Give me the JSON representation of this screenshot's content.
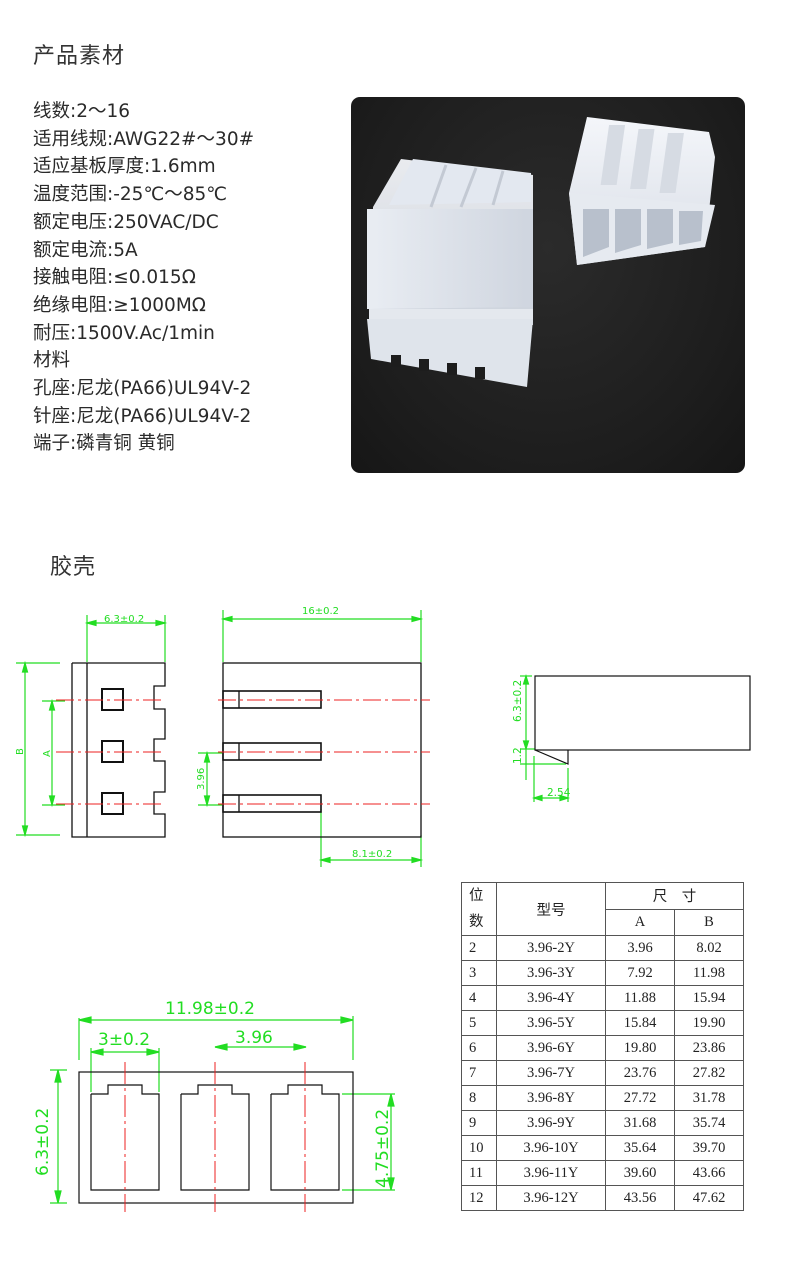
{
  "section_material": {
    "title": "产品素材",
    "specs": [
      "线数:2～16",
      "适用线规:AWG22#～30#",
      "适应基板厚度:1.6mm",
      "温度范围:-25℃～85℃",
      "额定电压:250VAC/DC",
      "额定电流:5A",
      "接触电阻:≤0.015Ω",
      "绝缘电阻:≥1000MΩ",
      "耐压:1500V.Ac/1min",
      "材料",
      "孔座:尼龙(PA66)UL94V-2",
      "针座:尼龙(PA66)UL94V-2",
      "端子:磷青铜 黄铜"
    ],
    "photo": {
      "description": "two translucent white 4-pin connector housings on dark background",
      "background": "#1e1e1e"
    }
  },
  "section_housing": {
    "title": "胶壳",
    "drawing_colors": {
      "dimension": "#22dd22",
      "centerline": "#ee2222",
      "outline": "#111111"
    },
    "front_view": {
      "width_label": "6.3±0.2",
      "height_label_outer": "B",
      "height_label_inner": "A"
    },
    "side_view": {
      "width_label": "16±0.2",
      "pitch_label": "3.96",
      "slot_label": "8.1±0.2"
    },
    "profile_view": {
      "height_label": "6.3±0.2",
      "tab_label": "1.2",
      "offset_label": "2.54"
    },
    "end_view": {
      "overall_label": "11.98±0.2",
      "cavity_label": "3±0.2",
      "pitch_label": "3.96",
      "height_label": "6.3±0.2",
      "cavity_height_label": "4.75±0.2"
    }
  },
  "dimension_table": {
    "headers": {
      "positions": "位\n数",
      "positions_top": "位",
      "positions_bottom": "数",
      "model": "型号",
      "size": "尺　寸",
      "a": "A",
      "b": "B"
    },
    "rows": [
      {
        "pos": "2",
        "model": "3.96-2Y",
        "a": "3.96",
        "b": "8.02"
      },
      {
        "pos": "3",
        "model": "3.96-3Y",
        "a": "7.92",
        "b": "11.98"
      },
      {
        "pos": "4",
        "model": "3.96-4Y",
        "a": "11.88",
        "b": "15.94"
      },
      {
        "pos": "5",
        "model": "3.96-5Y",
        "a": "15.84",
        "b": "19.90"
      },
      {
        "pos": "6",
        "model": "3.96-6Y",
        "a": "19.80",
        "b": "23.86"
      },
      {
        "pos": "7",
        "model": "3.96-7Y",
        "a": "23.76",
        "b": "27.82"
      },
      {
        "pos": "8",
        "model": "3.96-8Y",
        "a": "27.72",
        "b": "31.78"
      },
      {
        "pos": "9",
        "model": "3.96-9Y",
        "a": "31.68",
        "b": "35.74"
      },
      {
        "pos": "10",
        "model": "3.96-10Y",
        "a": "35.64",
        "b": "39.70"
      },
      {
        "pos": "11",
        "model": "3.96-11Y",
        "a": "39.60",
        "b": "43.66"
      },
      {
        "pos": "12",
        "model": "3.96-12Y",
        "a": "43.56",
        "b": "47.62"
      }
    ]
  }
}
